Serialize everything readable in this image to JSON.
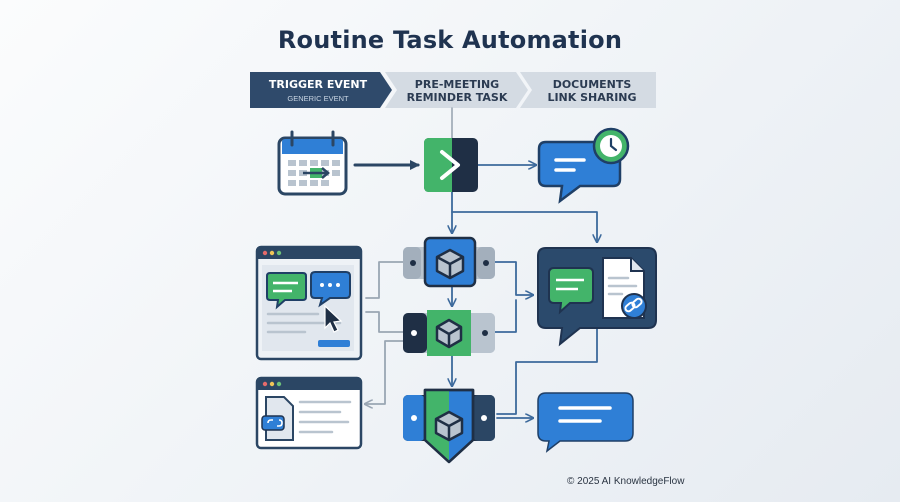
{
  "title": "Routine Task Automation",
  "stages": [
    {
      "label": "TRIGGER EVENT",
      "sublabel": "GENERIC EVENT"
    },
    {
      "label": "PRE-MEETING",
      "sublabel": "REMINDER TASK"
    },
    {
      "label": "DOCUMENTS",
      "sublabel": "LINK SHARING"
    }
  ],
  "footer": "© 2025 AI KnowledgeFlow",
  "colors": {
    "navy": "#2b4664",
    "blue": "#2f7fd6",
    "green": "#43b46a",
    "grey": "#b9c4cf",
    "dark": "#1f2f45"
  }
}
